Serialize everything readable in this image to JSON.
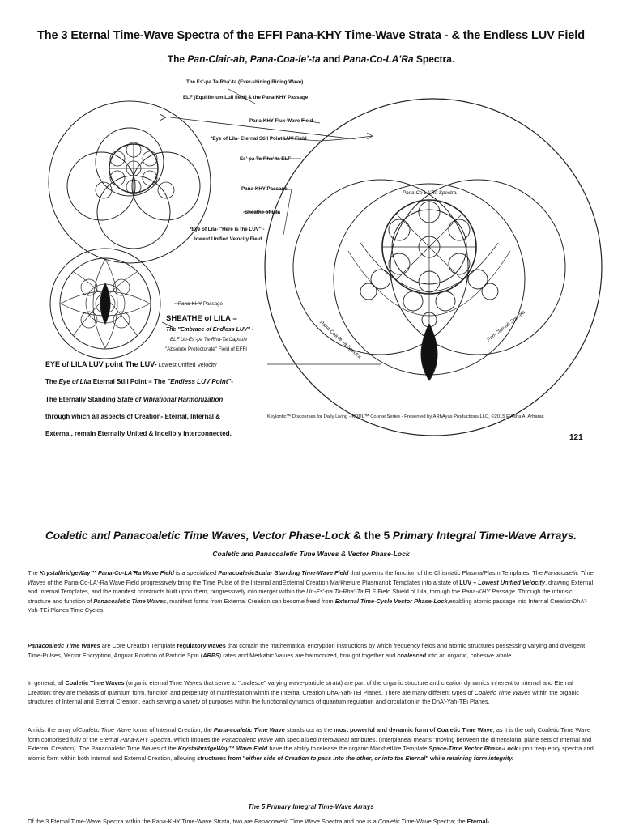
{
  "header": {
    "title": "The 3 Eternal Time-Wave Spectra of the EFFI Pana-KHY Time-Wave Strata - & the Endless LUV Field",
    "subtitle_pre": "The ",
    "subtitle_a": "Pan-Clair-ah",
    "subtitle_sep1": ", ",
    "subtitle_b": "Pana-Coa-le'-ta",
    "subtitle_sep2": " and ",
    "subtitle_c": "Pana-Co-LA'Ra",
    "subtitle_post": " Spectra."
  },
  "diagram": {
    "labels": {
      "riding_wave": "The Es'-pa Ta-Rha'-ta (Ever-shining Riding Wave)",
      "elf_passage": "ELF (Equilibrium Lull field) & the Pana-KHY Passage",
      "flux_wave": "Pana-KHY Flux-Wave Field",
      "eye_still_point": "*Eye of Lila- Eternal Still Point LUV Field",
      "es_pa_elf": "Es'-pa Ta-Rha'-ta  ELF",
      "passage_1": "Pana-KHY Passage",
      "sheathe_1": "Sheathe of Lila",
      "eye_here_1": "*Eye of Lila- \"Here is the LUV\" -",
      "eye_here_2": "lowest Unified Velocity Field",
      "passage_2": "Pana-KHY Passage",
      "sheathe_big": "SHEATHE of LILA =",
      "embrace": "The \"Embrace of Endless LUV\" -",
      "capsule": "ELF Un-Es'-pa Ta-Rha-Ta Capsule",
      "protectorate": "\"Absolute Protectorate\" Field of EFFI",
      "co_la_ra": "Pana-Co-LA'Ra Spectra.",
      "coa_le_ta": "Pana-Coa-le'-ta Spectra",
      "clair_ah": "Pan-Clair-ah Spectra"
    },
    "side": {
      "line1_a": "EYE of LILA LUV point The LUV-",
      "line1_b": " Lowest Unified Velocity",
      "line2_a": "The ",
      "line2_b": "Eye of Lila",
      "line2_c": " Eternal Still Point = The ",
      "line2_d": "\"Endless LUV Point\"",
      "line2_e": "-",
      "line3_a": "The Eternally Standing ",
      "line3_b": "State of Vibrational Harmonization",
      "line4": "through which all aspects of Creation- Eternal, Internal &",
      "line5": "External, remain Eternally United & Indelibly Interconnected."
    },
    "credit": "Keylontic™ Discourses for Daily Living - KDDL™ Course Series - Presented by ARhAyas Productions LLC, ©2015 E'Asha A. Arharas",
    "page_number": "121"
  },
  "section": {
    "title_a": "Coaletic and Panacoaletic Time Waves, Vector Phase-Lock",
    "title_b": " & the 5 ",
    "title_c": "Primary Integral Time-Wave Arrays.",
    "subtitle": "Coaletic and Panacoaletic Time Waves & Vector Phase-Lock",
    "p1": [
      {
        "t": "The "
      },
      {
        "t": "KrystalbridgeWay™ Pana-Co-LA'Ra Wave Field",
        "b": true,
        "i": true
      },
      {
        "t": " is a specialized "
      },
      {
        "t": "PanacoaleticScalar Standing Time-Wave Field",
        "b": true,
        "i": true
      },
      {
        "t": " that governs the function of the Chismatic Plasma/Plasm Templates. The "
      },
      {
        "t": "Panacoaletic Time Waves",
        "i": true
      },
      {
        "t": " of the Pana-Co-LA'-Ra Wave Field progressively bring the Time Pulse of the Internal andExternal Creation Markheture Plasmantik Templates into a state of "
      },
      {
        "t": "LUV – ",
        "b": true
      },
      {
        "t": "Lowest Unified Velocity",
        "b": true,
        "i": true
      },
      {
        "t": ", drawing External and Internal Templates, and the manifest constructs built upon them, progressively into merger within the "
      },
      {
        "t": "Un-Es'-pa Ta-Rha'-Ta",
        "i": true
      },
      {
        "t": " ELF Field Shield of Lila, through the "
      },
      {
        "t": "Pana-KHY Passage",
        "i": true
      },
      {
        "t": ". Through the intrinsic structure and function of "
      },
      {
        "t": "Panacoaletic Time Waves",
        "b": true,
        "i": true
      },
      {
        "t": ", manifest forms from External Creation can become freed from "
      },
      {
        "t": "External Time-Cycle Vector Phase-Lock",
        "b": true,
        "i": true
      },
      {
        "t": ",enabling atomic passage into Internal CreationDhA'-Yah-TEi Planes Time Cycles."
      }
    ],
    "p2": [
      {
        "t": "Panacoaletic Time Waves",
        "b": true,
        "i": true
      },
      {
        "t": " are Core Creation Template "
      },
      {
        "t": "regulatory waves",
        "b": true
      },
      {
        "t": " that contain the mathematical encryption instructions by which frequency fields and atomic structures possessing varying and divergent Time-Pulses, Vector Encryption, Anguar Rotation of Particle Spin ("
      },
      {
        "t": "ARPS",
        "b": true,
        "i": true
      },
      {
        "t": ") rates and Merkabic Values are harmonized, brought together and "
      },
      {
        "t": "coalesced",
        "b": true,
        "i": true
      },
      {
        "t": " into an organic, cohesive whole."
      }
    ],
    "p3": [
      {
        "t": "In general, all "
      },
      {
        "t": "Coaletic Time Waves",
        "b": true
      },
      {
        "t": " (organic eternal Time Waves that serve to \"coalesce\" varying wave-particle strata) are part of the organic structure and creation dynamics inherent to Internal and Eternal Creation; they are thebasis of quantum form, function and perpetuity of manifestation within the Internal Creation DhA-Yah-TEi Planes. There are many different types of "
      },
      {
        "t": "Coaletic Time Waves",
        "i": true
      },
      {
        "t": " within the organic structures of Internal and Eternal Creation, each serving a variety of purposes within the functional dynamics of quantum regulation and circulation in the DhA'-Yah-TEi Planes."
      }
    ],
    "p4": [
      {
        "t": "Amidst the array of"
      },
      {
        "t": "Coaletic Time Wave",
        "i": true
      },
      {
        "t": " forms of Internal Creation, the "
      },
      {
        "t": "Pana-coaletic Time Wave",
        "b": true,
        "i": true
      },
      {
        "t": " stands out as the "
      },
      {
        "t": "most powerful and dynamic form of Coaletic Time Wave",
        "b": true
      },
      {
        "t": ", as it is the only Coaletic Time Wave form comprised fully of the "
      },
      {
        "t": "Eternal Pana-KHY Spectra",
        "i": true
      },
      {
        "t": ", which imbues the "
      },
      {
        "t": "Panacoaletic Wave",
        "i": true
      },
      {
        "t": " with specialized "
      },
      {
        "t": "interplaneal",
        "i": true
      },
      {
        "t": " attributes. (Interplaneal means \"moving between the dimensional plane sets of Internal and External Creation). The Panacoaletic Time Waves of the "
      },
      {
        "t": "KrystalbridgeWay™ Wave Field",
        "b": true,
        "i": true
      },
      {
        "t": " have the ability to release the organic MarkhetUre Template "
      },
      {
        "t": "Space-Time Vector Phase-Lock",
        "b": true,
        "i": true
      },
      {
        "t": " upon frequency spectra and atomic form within both Internal and External Creation, allowing "
      },
      {
        "t": "structures from \"",
        "b": true
      },
      {
        "t": "either side of Creation to pass into the other, or into the Eternal",
        "b": true,
        "i": true
      },
      {
        "t": "\" while ",
        "b": true
      },
      {
        "t": "retaining form integrity.",
        "b": true,
        "i": true
      }
    ],
    "subhead": "The 5 Primary Integral Time-Wave Arrays",
    "p5": [
      {
        "t": "Of the 3 Eternal Time-Wave Spectra within the Pana-KHY Time-Wave Strata, two are "
      },
      {
        "t": "Panacoaletic",
        "i": true
      },
      {
        "t": " Time Wave Spectra and one is a "
      },
      {
        "t": "Coaletic",
        "i": true
      },
      {
        "t": " Time-Wave Spectra; the "
      },
      {
        "t": "Eternal-",
        "b": true
      }
    ]
  }
}
